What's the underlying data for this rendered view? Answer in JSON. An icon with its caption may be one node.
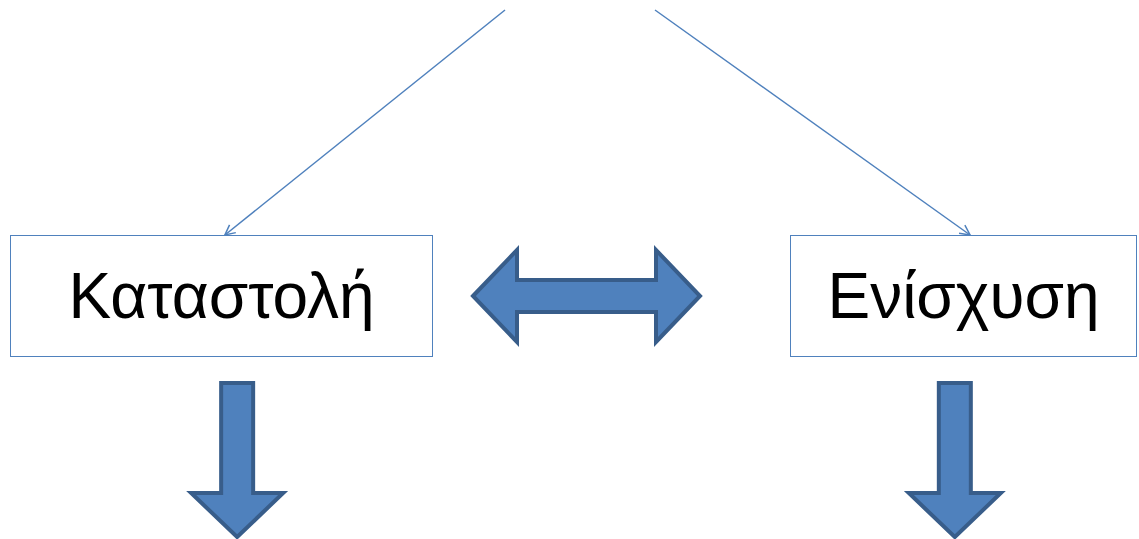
{
  "diagram": {
    "nodes": [
      {
        "text": [
          "Καταστολή"
        ]
      },
      {
        "text": [
          "Ενίσχυση"
        ]
      }
    ],
    "edges": [
      {
        "from": null,
        "to": 0,
        "arrow": "to"
      },
      {
        "from": null,
        "to": 1,
        "arrow": "to"
      },
      {
        "from": 0,
        "to": 1,
        "arrow": "both",
        "style": "thick"
      },
      {
        "from": 0,
        "to": null,
        "arrow": "to",
        "style": "thick"
      },
      {
        "from": 1,
        "to": null,
        "arrow": "to",
        "style": "thick"
      }
    ]
  }
}
